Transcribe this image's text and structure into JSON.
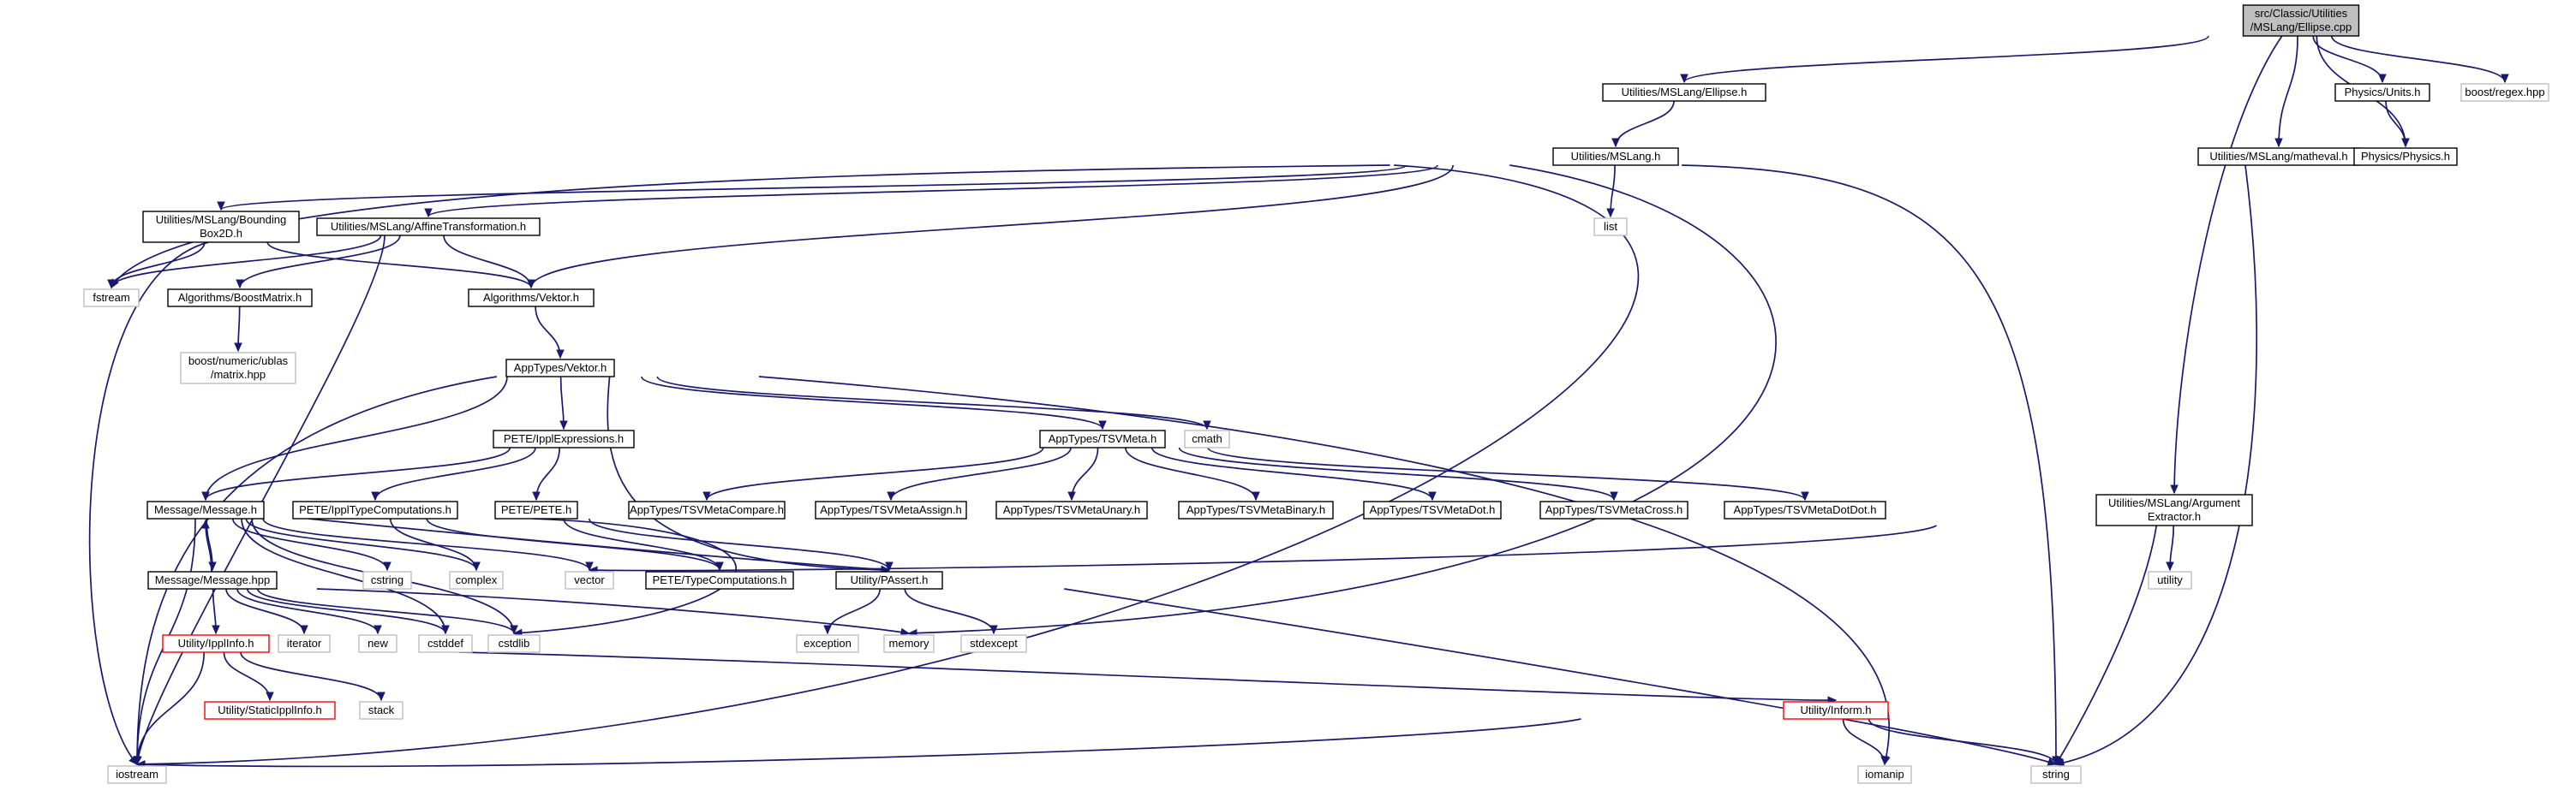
{
  "colors": {
    "edge": "#191970",
    "box_internal": "#000000",
    "box_external": "#bfbfbf",
    "box_missing": "#ff0000",
    "root_fill": "#bfbfbf",
    "text": "#000000"
  },
  "nodes": {
    "root": {
      "lines": [
        "src/Classic/Utilities",
        "/MSLang/Ellipse.cpp"
      ],
      "kind": "root"
    },
    "ellipse_h": {
      "lines": [
        "Utilities/MSLang/Ellipse.h"
      ],
      "kind": "internal"
    },
    "units_h": {
      "lines": [
        "Physics/Units.h"
      ],
      "kind": "internal"
    },
    "boost_regex": {
      "lines": [
        "boost/regex.hpp"
      ],
      "kind": "external"
    },
    "mslang_h": {
      "lines": [
        "Utilities/MSLang.h"
      ],
      "kind": "internal"
    },
    "matheval_h": {
      "lines": [
        "Utilities/MSLang/matheval.h"
      ],
      "kind": "internal"
    },
    "physics_h": {
      "lines": [
        "Physics/Physics.h"
      ],
      "kind": "internal"
    },
    "bbox_h": {
      "lines": [
        "Utilities/MSLang/Bounding",
        "Box2D.h"
      ],
      "kind": "internal"
    },
    "affine_h": {
      "lines": [
        "Utilities/MSLang/AffineTransformation.h"
      ],
      "kind": "internal"
    },
    "list": {
      "lines": [
        "list"
      ],
      "kind": "external"
    },
    "fstream": {
      "lines": [
        "fstream"
      ],
      "kind": "external"
    },
    "boostmatrix_h": {
      "lines": [
        "Algorithms/BoostMatrix.h"
      ],
      "kind": "internal"
    },
    "algvektor_h": {
      "lines": [
        "Algorithms/Vektor.h"
      ],
      "kind": "internal"
    },
    "boost_ublas": {
      "lines": [
        "boost/numeric/ublas",
        "/matrix.hpp"
      ],
      "kind": "external"
    },
    "apptypes_vektor_h": {
      "lines": [
        "AppTypes/Vektor.h"
      ],
      "kind": "internal"
    },
    "ippl_expr_h": {
      "lines": [
        "PETE/IpplExpressions.h"
      ],
      "kind": "internal"
    },
    "tsvmeta_h": {
      "lines": [
        "AppTypes/TSVMeta.h"
      ],
      "kind": "internal"
    },
    "cmath": {
      "lines": [
        "cmath"
      ],
      "kind": "external"
    },
    "message_h": {
      "lines": [
        "Message/Message.h"
      ],
      "kind": "internal"
    },
    "ippl_typecomp_h": {
      "lines": [
        "PETE/IpplTypeComputations.h"
      ],
      "kind": "internal"
    },
    "pete_h": {
      "lines": [
        "PETE/PETE.h"
      ],
      "kind": "internal"
    },
    "tsv_compare": {
      "lines": [
        "AppTypes/TSVMetaCompare.h"
      ],
      "kind": "internal"
    },
    "tsv_assign": {
      "lines": [
        "AppTypes/TSVMetaAssign.h"
      ],
      "kind": "internal"
    },
    "tsv_unary": {
      "lines": [
        "AppTypes/TSVMetaUnary.h"
      ],
      "kind": "internal"
    },
    "tsv_binary": {
      "lines": [
        "AppTypes/TSVMetaBinary.h"
      ],
      "kind": "internal"
    },
    "tsv_dot": {
      "lines": [
        "AppTypes/TSVMetaDot.h"
      ],
      "kind": "internal"
    },
    "tsv_cross": {
      "lines": [
        "AppTypes/TSVMetaCross.h"
      ],
      "kind": "internal"
    },
    "tsv_dotdot": {
      "lines": [
        "AppTypes/TSVMetaDotDot.h"
      ],
      "kind": "internal"
    },
    "argextract_h": {
      "lines": [
        "Utilities/MSLang/Argument",
        "Extractor.h"
      ],
      "kind": "internal"
    },
    "cstring": {
      "lines": [
        "cstring"
      ],
      "kind": "external"
    },
    "complex": {
      "lines": [
        "complex"
      ],
      "kind": "external"
    },
    "vector": {
      "lines": [
        "vector"
      ],
      "kind": "external"
    },
    "pete_typecomp_h": {
      "lines": [
        "PETE/TypeComputations.h"
      ],
      "kind": "internal"
    },
    "passert_h": {
      "lines": [
        "Utility/PAssert.h"
      ],
      "kind": "internal"
    },
    "utility": {
      "lines": [
        "utility"
      ],
      "kind": "external"
    },
    "message_hpp": {
      "lines": [
        "Message/Message.hpp"
      ],
      "kind": "internal"
    },
    "iterator": {
      "lines": [
        "iterator"
      ],
      "kind": "external"
    },
    "new": {
      "lines": [
        "new"
      ],
      "kind": "external"
    },
    "cstddef": {
      "lines": [
        "cstddef"
      ],
      "kind": "external"
    },
    "cstdlib": {
      "lines": [
        "cstdlib"
      ],
      "kind": "external"
    },
    "exception": {
      "lines": [
        "exception"
      ],
      "kind": "external"
    },
    "memory": {
      "lines": [
        "memory"
      ],
      "kind": "external"
    },
    "stdexcept": {
      "lines": [
        "stdexcept"
      ],
      "kind": "external"
    },
    "ipplinfo_h": {
      "lines": [
        "Utility/IpplInfo.h"
      ],
      "kind": "missing"
    },
    "static_ipplinfo_h": {
      "lines": [
        "Utility/StaticIpplInfo.h"
      ],
      "kind": "missing"
    },
    "stack": {
      "lines": [
        "stack"
      ],
      "kind": "external"
    },
    "inform_h": {
      "lines": [
        "Utility/Inform.h"
      ],
      "kind": "missing"
    },
    "iostream": {
      "lines": [
        "iostream"
      ],
      "kind": "external"
    },
    "iomanip": {
      "lines": [
        "iomanip"
      ],
      "kind": "external"
    },
    "string": {
      "lines": [
        "string"
      ],
      "kind": "external"
    }
  },
  "edges": [
    [
      "root",
      "ellipse_h"
    ],
    [
      "root",
      "units_h"
    ],
    [
      "root",
      "boost_regex"
    ],
    [
      "root",
      "matheval_h"
    ],
    [
      "root",
      "physics_h"
    ],
    [
      "root",
      "argextract_h"
    ],
    [
      "ellipse_h",
      "mslang_h"
    ],
    [
      "units_h",
      "physics_h"
    ],
    [
      "mslang_h",
      "bbox_h"
    ],
    [
      "mslang_h",
      "affine_h"
    ],
    [
      "mslang_h",
      "list"
    ],
    [
      "mslang_h",
      "fstream"
    ],
    [
      "mslang_h",
      "algvektor_h"
    ],
    [
      "mslang_h",
      "string"
    ],
    [
      "mslang_h",
      "iostream"
    ],
    [
      "mslang_h",
      "memory"
    ],
    [
      "matheval_h",
      "string"
    ],
    [
      "bbox_h",
      "fstream"
    ],
    [
      "bbox_h",
      "algvektor_h"
    ],
    [
      "bbox_h",
      "iostream"
    ],
    [
      "affine_h",
      "fstream"
    ],
    [
      "affine_h",
      "boostmatrix_h"
    ],
    [
      "affine_h",
      "algvektor_h"
    ],
    [
      "affine_h",
      "iostream"
    ],
    [
      "boostmatrix_h",
      "boost_ublas"
    ],
    [
      "algvektor_h",
      "apptypes_vektor_h"
    ],
    [
      "apptypes_vektor_h",
      "ippl_expr_h"
    ],
    [
      "apptypes_vektor_h",
      "tsvmeta_h"
    ],
    [
      "apptypes_vektor_h",
      "cmath"
    ],
    [
      "apptypes_vektor_h",
      "message_h"
    ],
    [
      "apptypes_vektor_h",
      "iostream"
    ],
    [
      "apptypes_vektor_h",
      "iomanip"
    ],
    [
      "apptypes_vektor_h",
      "passert_h"
    ],
    [
      "ippl_expr_h",
      "message_h"
    ],
    [
      "ippl_expr_h",
      "ippl_typecomp_h"
    ],
    [
      "ippl_expr_h",
      "pete_h"
    ],
    [
      "tsvmeta_h",
      "tsv_compare"
    ],
    [
      "tsvmeta_h",
      "tsv_assign"
    ],
    [
      "tsvmeta_h",
      "tsv_unary"
    ],
    [
      "tsvmeta_h",
      "tsv_binary"
    ],
    [
      "tsvmeta_h",
      "tsv_dot"
    ],
    [
      "tsvmeta_h",
      "tsv_cross"
    ],
    [
      "tsvmeta_h",
      "tsv_dotdot"
    ],
    [
      "message_h",
      "message_hpp"
    ],
    [
      "message_h",
      "cstring"
    ],
    [
      "message_h",
      "complex"
    ],
    [
      "message_h",
      "vector"
    ],
    [
      "message_h",
      "cstddef"
    ],
    [
      "message_h",
      "cstdlib"
    ],
    [
      "message_h",
      "iostream"
    ],
    [
      "message_h",
      "passert_h"
    ],
    [
      "message_hpp",
      "message_h"
    ],
    [
      "message_hpp",
      "ipplinfo_h"
    ],
    [
      "message_hpp",
      "iterator"
    ],
    [
      "message_hpp",
      "new"
    ],
    [
      "message_hpp",
      "cstddef"
    ],
    [
      "message_hpp",
      "cstdlib"
    ],
    [
      "message_hpp",
      "memory"
    ],
    [
      "ippl_typecomp_h",
      "complex"
    ],
    [
      "ippl_typecomp_h",
      "pete_typecomp_h"
    ],
    [
      "pete_h",
      "pete_typecomp_h"
    ],
    [
      "pete_h",
      "passert_h"
    ],
    [
      "pete_h",
      "cstdlib"
    ],
    [
      "argextract_h",
      "vector"
    ],
    [
      "argextract_h",
      "utility"
    ],
    [
      "argextract_h",
      "string"
    ],
    [
      "passert_h",
      "exception"
    ],
    [
      "passert_h",
      "stdexcept"
    ],
    [
      "passert_h",
      "string"
    ],
    [
      "ipplinfo_h",
      "static_ipplinfo_h"
    ],
    [
      "ipplinfo_h",
      "stack"
    ],
    [
      "ipplinfo_h",
      "iostream"
    ],
    [
      "ipplinfo_h",
      "inform_h"
    ],
    [
      "inform_h",
      "iostream"
    ],
    [
      "inform_h",
      "iomanip"
    ],
    [
      "inform_h",
      "string"
    ]
  ]
}
